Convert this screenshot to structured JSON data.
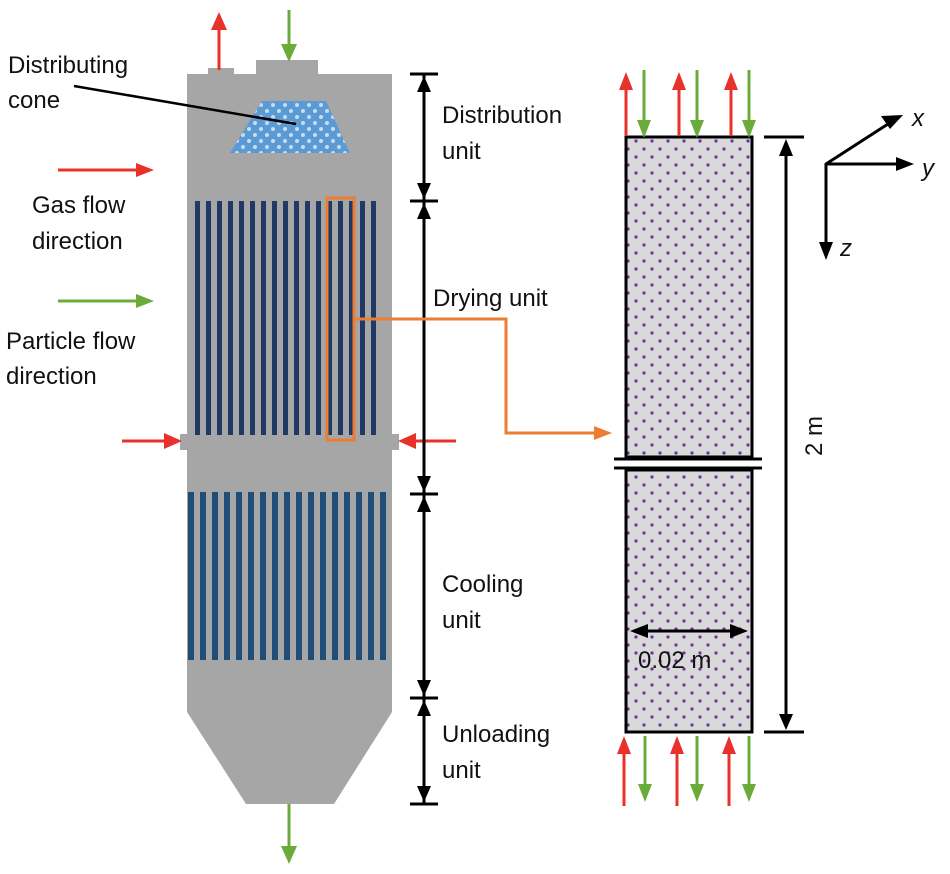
{
  "labels": {
    "distributing_cone_line1": "Distributing",
    "distributing_cone_line2": "cone",
    "gas_flow_line1": "Gas flow",
    "gas_flow_line2": "direction",
    "particle_flow_line1": "Particle flow",
    "particle_flow_line2": "direction",
    "distribution_unit_line1": "Distribution",
    "distribution_unit_line2": "unit",
    "drying_unit": "Drying unit",
    "cooling_unit_line1": "Cooling",
    "cooling_unit_line2": "unit",
    "unloading_unit_line1": "Unloading",
    "unloading_unit_line2": "unit",
    "height_dim": "2 m",
    "width_dim": "0.02 m",
    "axis_x": "x",
    "axis_y": "y",
    "axis_z": "z"
  },
  "colors": {
    "vessel": "#a6a6a6",
    "tubes_drying": "#1f3864",
    "tubes_cooling": "#1f4e79",
    "cone": "#5b9bd5",
    "gas_arrow": "#e8312a",
    "particle_arrow": "#6aab3a",
    "callout": "#ed7d31",
    "domain_fill": "#d9d9d9",
    "domain_dots": "#7030a0"
  },
  "icons": {
    "gas_flow": "red-arrow-icon",
    "particle_flow": "green-arrow-icon"
  }
}
